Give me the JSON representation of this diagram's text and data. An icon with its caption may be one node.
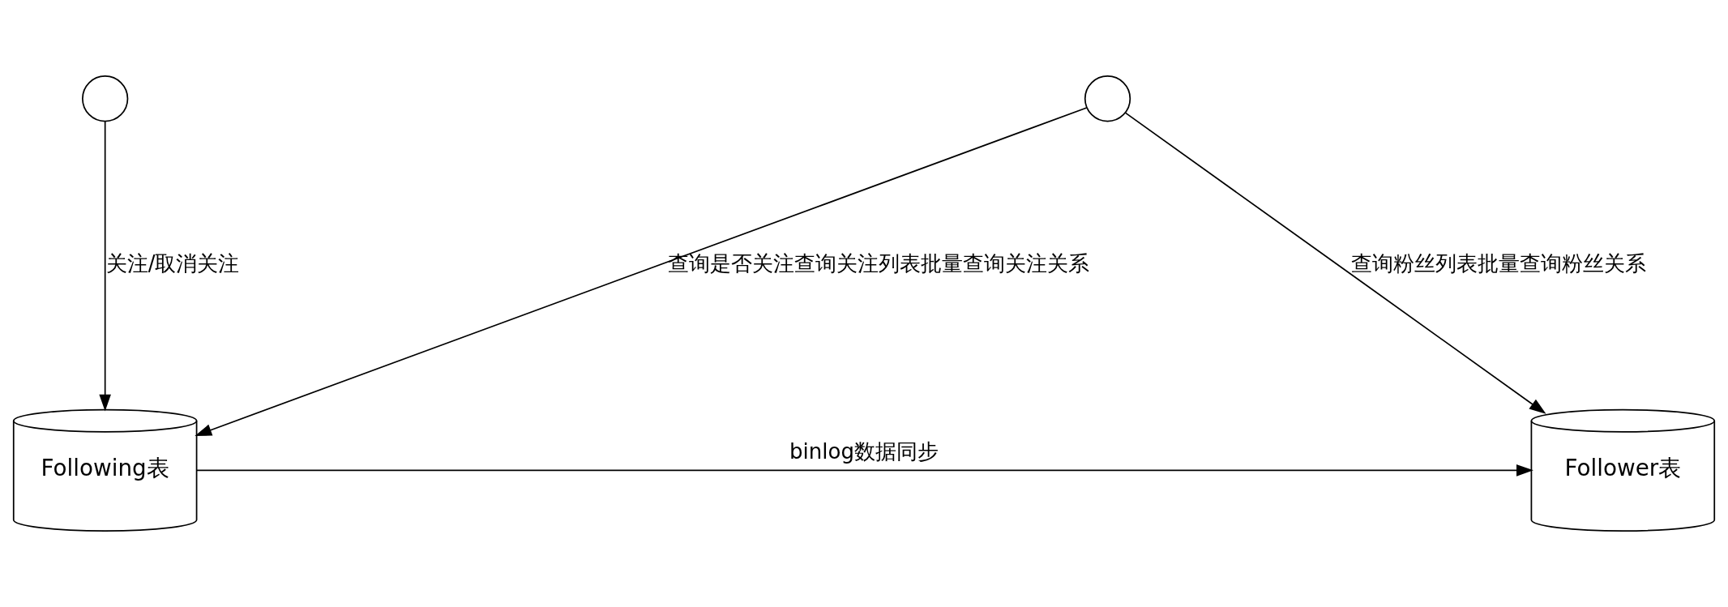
{
  "diagram": {
    "nodes": [
      {
        "text": [],
        "shape": "person"
      },
      {
        "text": [],
        "shape": "person"
      },
      {
        "text": [
          "Following表"
        ]
      },
      {
        "text": [
          "Follower表"
        ]
      }
    ],
    "edges": [
      {
        "from": 0,
        "to": 2,
        "arrow": "to",
        "label": "关注/取消关注"
      },
      {
        "from": 1,
        "to": 2,
        "arrow": "to",
        "label": "查询是否关注查询关注列表批量查询关注关系"
      },
      {
        "from": 1,
        "to": 3,
        "arrow": "to",
        "label": "查询粉丝列表批量查询粉丝关系"
      },
      {
        "from": 2,
        "to": 3,
        "arrow": "to",
        "label": "binlog数据同步"
      }
    ]
  }
}
